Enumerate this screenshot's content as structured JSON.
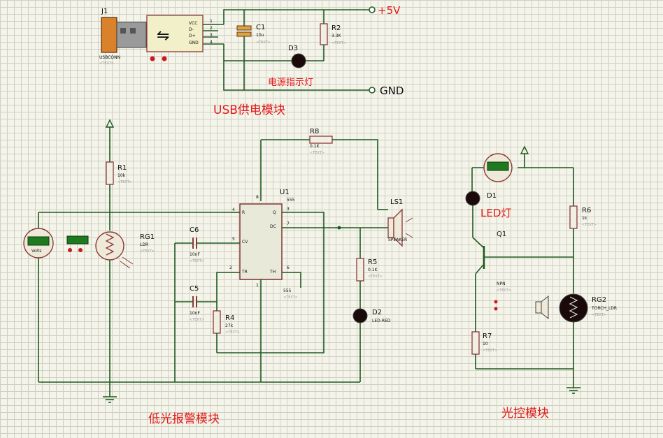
{
  "labels": {
    "vcc": "+5V",
    "gnd": "GND",
    "power_led_label": "电源指示灯",
    "usb_module": "USB供电模块",
    "led_label": "LED灯",
    "alarm_module": "低光报警模块",
    "light_module": "光控模块"
  },
  "components": {
    "j1": "J1",
    "j1_val": "USBCONN",
    "usb_pins": [
      "VCC",
      "D-",
      "D+",
      "GND"
    ],
    "usb_pin_nums": [
      "1",
      "2",
      "3",
      "4"
    ],
    "c1": "C1",
    "c1_val": "10u",
    "r2": "R2",
    "r2_val": "3.3K",
    "d3": "D3",
    "r8": "R8",
    "r8_val": "0.1K",
    "r1": "R1",
    "r1_val": "10k",
    "rg1": "RG1",
    "rg1_val": "LDR",
    "c6": "C6",
    "c6_val": "10nF",
    "c5": "C5",
    "c5_val": "10nF",
    "r4": "R4",
    "r4_val": "27k",
    "u1": "U1",
    "u1_val": "555",
    "u1_pins": {
      "p8": "8",
      "p4": "4",
      "p3": "3",
      "p7": "7",
      "p5": "5",
      "p2": "2",
      "p6": "6",
      "p1": "1"
    },
    "u1_inner": {
      "r": "R",
      "q": "Q",
      "dc": "DC",
      "cv": "CV",
      "tr": "TR",
      "th": "TH"
    },
    "ls1": "LS1",
    "ls1_val": "SPEAKER",
    "r5": "R5",
    "r5_val": "0.1K",
    "d2": "D2",
    "d2_val": "LED-RED",
    "d1": "D1",
    "q1": "Q1",
    "q1_val": "NPN",
    "r6": "R6",
    "r6_val": "1k",
    "r7": "R7",
    "r7_val": "10",
    "rg2": "RG2",
    "rg2_val": "TORCH_LDR"
  },
  "text_marker": "<TEXT>",
  "meter_left": "Volts"
}
